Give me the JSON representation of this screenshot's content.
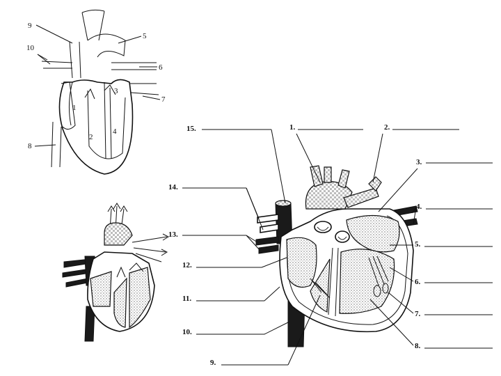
{
  "diagram_a": {
    "labels": [
      "9",
      "10",
      "5",
      "6",
      "7",
      "8"
    ],
    "chambers": [
      "1",
      "2",
      "3",
      "4"
    ]
  },
  "diagram_c": {
    "labels": [
      "15.",
      "1.",
      "2.",
      "3.",
      "4.",
      "14.",
      "13.",
      "5.",
      "12.",
      "6.",
      "11.",
      "7.",
      "10.",
      "8.",
      "9."
    ]
  }
}
